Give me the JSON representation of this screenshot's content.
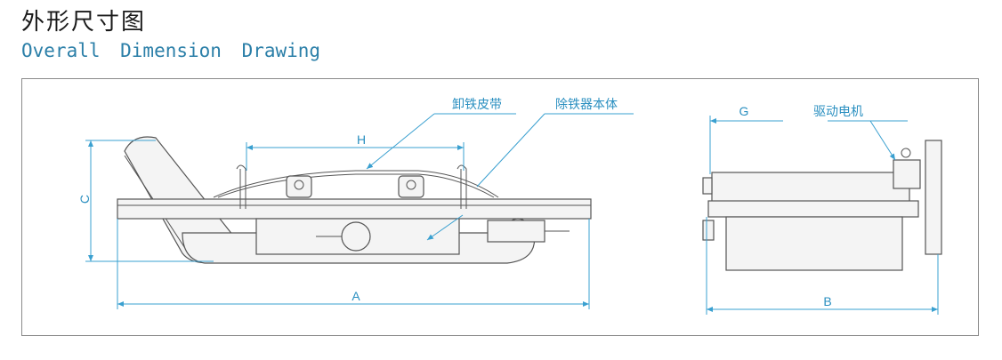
{
  "title_cn": "外形尺寸图",
  "title_en": "Overall Dimension Drawing",
  "labels": {
    "discharge_belt": "卸铁皮带",
    "separator_body": "除铁器本体",
    "drive_motor": "驱动电机"
  },
  "dimensions": {
    "A": "A",
    "B": "B",
    "C": "C",
    "G": "G",
    "H": "H"
  },
  "colors": {
    "accent": "#2a8fc0",
    "title": "#1a1a1a",
    "subtitle": "#2b7fa8",
    "frame": "#8a8a8a"
  }
}
